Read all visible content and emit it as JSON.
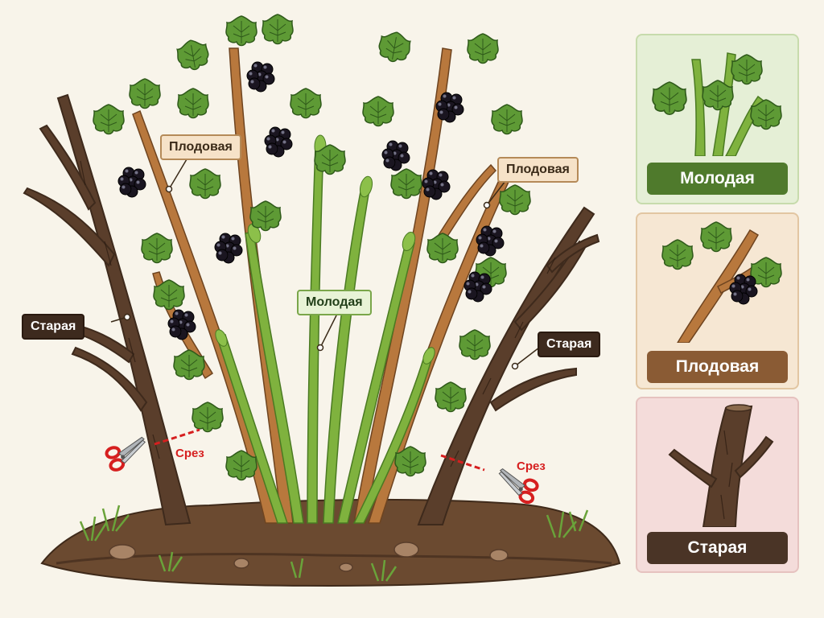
{
  "labels": {
    "fruit_left": "Плодовая",
    "fruit_right": "Плодовая",
    "young_center": "Молодая",
    "old_left": "Старая",
    "old_right": "Старая",
    "cut_left": "Срез",
    "cut_right": "Срез"
  },
  "legend": {
    "young": "Молодая",
    "fruit": "Плодовая",
    "old": "Старая"
  },
  "colors": {
    "young_branch": "#7fb23e",
    "fruit_branch": "#b8783d",
    "old_branch": "#5a3e2b",
    "berry": "#1a1520",
    "leaf": "#5e9a35",
    "cut_mark": "#d61f1f",
    "soil": "#6b4a30"
  },
  "icons": [
    "scissors-icon",
    "scissors-icon",
    "berry-cluster-icon",
    "leaf-icon"
  ]
}
